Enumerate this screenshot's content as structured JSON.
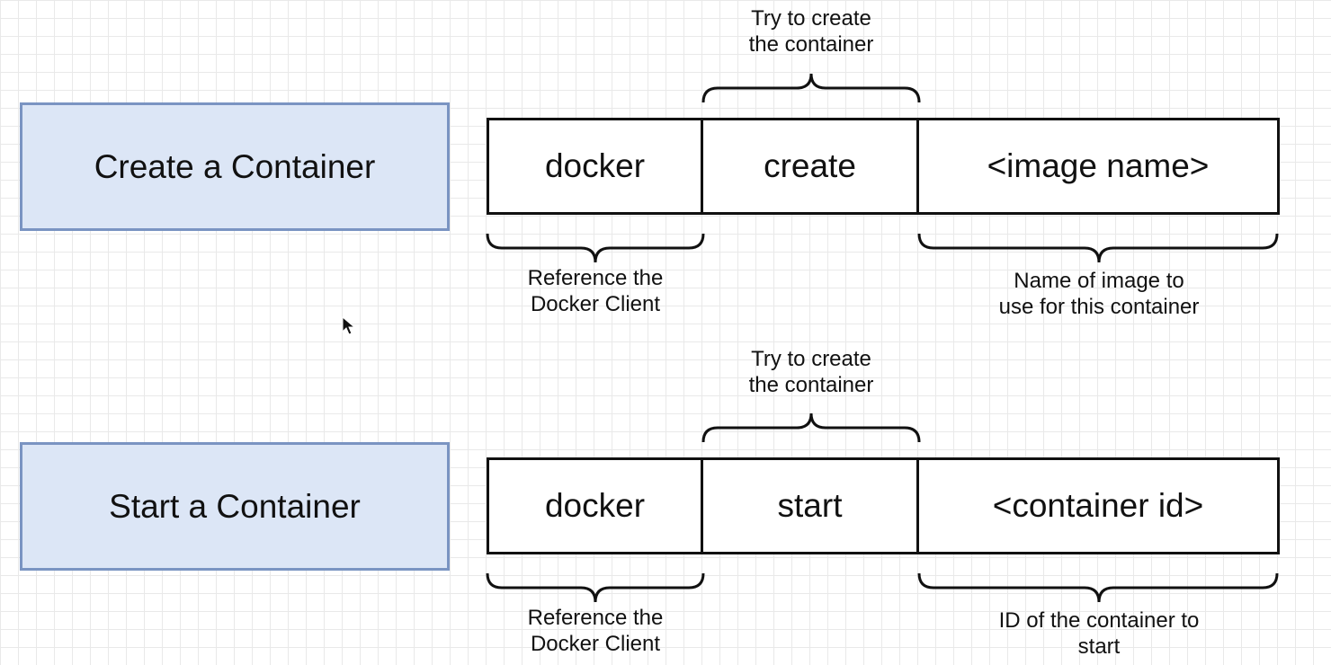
{
  "rows": [
    {
      "title": "Create a Container",
      "cmd": {
        "docker": "docker",
        "verb": "create",
        "arg": "<image name>"
      },
      "notes": {
        "verb_line1": "Try to create",
        "verb_line2": "the container",
        "docker_line1": "Reference the",
        "docker_line2": "Docker Client",
        "arg_line1": "Name of image to",
        "arg_line2": "use for this container"
      }
    },
    {
      "title": "Start a Container",
      "cmd": {
        "docker": "docker",
        "verb": "start",
        "arg": "<container id>"
      },
      "notes": {
        "verb_line1": "Try to create",
        "verb_line2": "the container",
        "docker_line1": "Reference the",
        "docker_line2": "Docker Client",
        "arg_line1": "ID of the container to",
        "arg_line2": "start"
      }
    }
  ],
  "colors": {
    "title_fill": "#dce6f6",
    "title_border": "#7a94c2",
    "line": "#111111",
    "grid": "#e9e9e9"
  },
  "icons": {
    "cursor": "mouse-pointer-icon"
  }
}
